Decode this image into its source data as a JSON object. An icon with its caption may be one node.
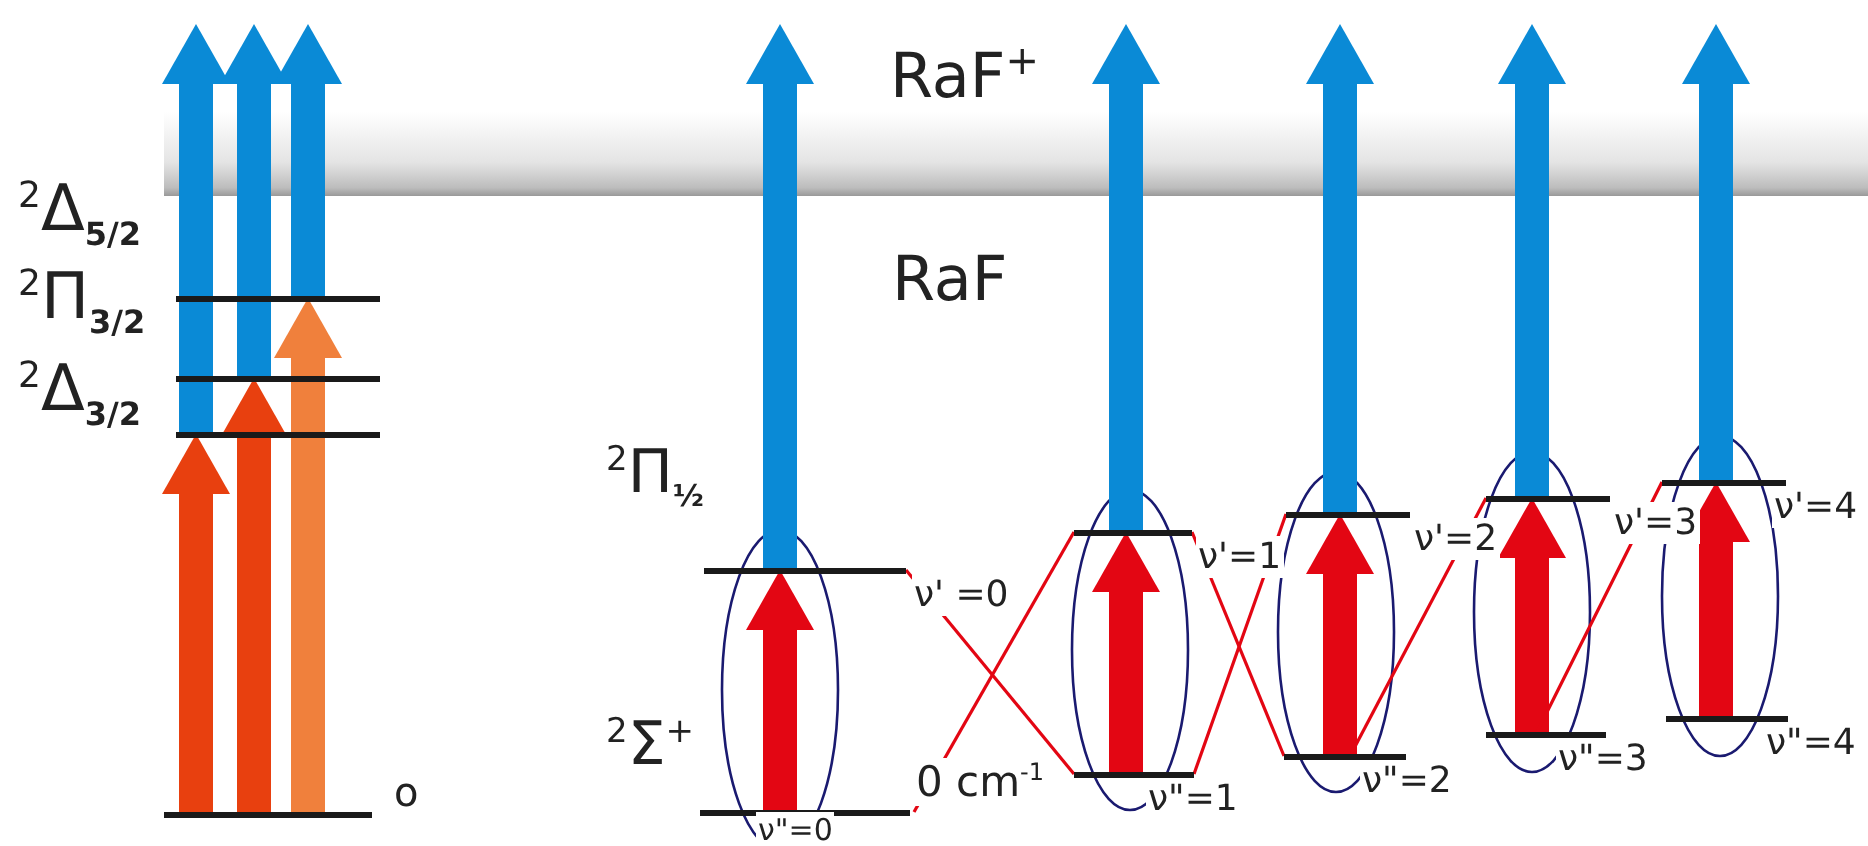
{
  "diagram": {
    "nodes": [
      {
        "text": [
          "RaF$^{+}$"
        ]
      },
      {
        "text": [],
        "shape": "bar",
        "beside": [
          "$^{2}$Δ$_{5/2}$"
        ]
      },
      {
        "text": [],
        "shape": "bar",
        "beside": [
          "$^{2}$Π$_{3/2}$"
        ]
      },
      {
        "text": [],
        "shape": "bar",
        "beside": [
          "$^{2}$Δ$_{3/2}$"
        ]
      },
      {
        "text": [],
        "shape": "bar",
        "beside": [
          "o"
        ]
      },
      {
        "text": [],
        "shape": "bar",
        "beside": [
          "ν' =0"
        ]
      },
      {
        "text": [],
        "shape": "bar",
        "beside": [
          "ν'=1"
        ]
      },
      {
        "text": [],
        "shape": "bar",
        "beside": [
          "ν'=2"
        ]
      },
      {
        "text": [],
        "shape": "bar",
        "beside": [
          "ν'=3"
        ]
      },
      {
        "text": [],
        "shape": "bar",
        "beside": [
          "ν'=4"
        ]
      },
      {
        "text": [],
        "shape": "bar",
        "beside": [
          "ν\"=0"
        ]
      },
      {
        "text": [],
        "shape": "bar",
        "beside": [
          "ν\"=1"
        ]
      },
      {
        "text": [],
        "shape": "bar",
        "beside": [
          "ν\"=2"
        ]
      },
      {
        "text": [],
        "shape": "bar",
        "beside": [
          "ν\"=3"
        ]
      },
      {
        "text": [],
        "shape": "bar",
        "beside": [
          "ν\"=4"
        ]
      }
    ],
    "edges": [
      {
        "from": 4,
        "to": 3,
        "arrow": "to",
        "color": "#e8400f"
      },
      {
        "from": 4,
        "to": 2,
        "arrow": "to",
        "color": "#e8400f"
      },
      {
        "from": 4,
        "to": 1,
        "arrow": "to",
        "color": "#f0803c"
      },
      {
        "from": 3,
        "to": 0,
        "arrow": "to",
        "color": "#0a8ad6"
      },
      {
        "from": 2,
        "to": 0,
        "arrow": "to",
        "color": "#0a8ad6"
      },
      {
        "from": 1,
        "to": 0,
        "arrow": "to",
        "color": "#0a8ad6"
      },
      {
        "from": 10,
        "to": 5,
        "arrow": "to"
      },
      {
        "from": 5,
        "to": 0,
        "arrow": "to",
        "color": "#0a8ad6"
      },
      {
        "from": 11,
        "to": 6,
        "arrow": "to"
      },
      {
        "from": 6,
        "to": 0,
        "arrow": "to",
        "color": "#0a8ad6"
      },
      {
        "from": 12,
        "to": 7,
        "arrow": "to"
      },
      {
        "from": 7,
        "to": 0,
        "arrow": "to",
        "color": "#0a8ad6"
      },
      {
        "from": 13,
        "to": 8,
        "arrow": "to"
      },
      {
        "from": 8,
        "to": 0,
        "arrow": "to",
        "color": "#0a8ad6"
      },
      {
        "from": 14,
        "to": 9,
        "arrow": "to"
      },
      {
        "from": 9,
        "to": 0,
        "arrow": "to",
        "color": "#0a8ad6"
      },
      {
        "from": 5,
        "to": 11,
        "arrow": "none"
      },
      {
        "from": 10,
        "to": 6,
        "arrow": "none"
      },
      {
        "from": 6,
        "to": 12,
        "arrow": "none"
      },
      {
        "from": 11,
        "to": 7,
        "arrow": "none"
      },
      {
        "from": 12,
        "to": 8,
        "arrow": "none"
      },
      {
        "from": 13,
        "to": 9,
        "arrow": "none"
      }
    ],
    "labels": [
      "RaF",
      "$^{2}$Π$_{½}$",
      "$^{2}$Σ$^{+}$",
      "0 cm$^{-1}$"
    ]
  }
}
